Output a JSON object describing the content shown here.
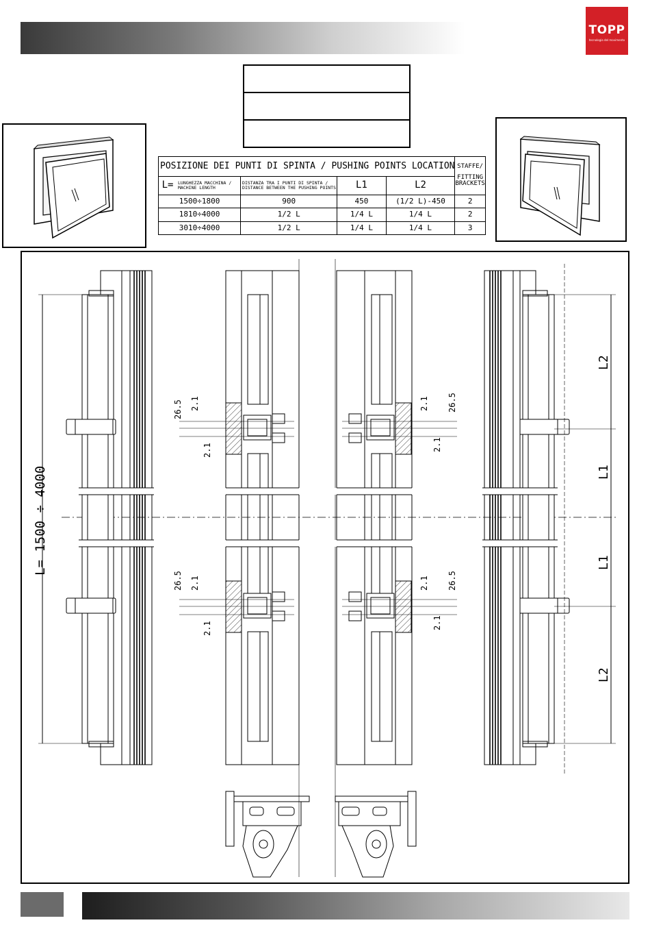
{
  "brand": {
    "logo_text": "TOPP",
    "logo_sub": "tecnologia del movimento",
    "color": "#d32027"
  },
  "table": {
    "title": "POSIZIONE DEI PUNTI DI SPINTA / PUSHING POINTS LOCATION",
    "staffe_label": "STAFFE/",
    "fitting_label": "FITTING BRACKETS",
    "l_eq": "L=",
    "col_length": "LUNGHEZZA MACCHINA / MACHINE LENGTH",
    "col_distance": "DISTANZA TRA I PUNTI DI SPINTA / DISTANCE BETWEEN THE PUSHING POINTS",
    "col_l1": "L1",
    "col_l2": "L2",
    "rows": [
      {
        "length": "1500÷1800",
        "distance": "900",
        "l1": "450",
        "l2": "(1/2 L)-450",
        "staffe": "2"
      },
      {
        "length": "1810÷4000",
        "distance": "1/2 L",
        "l1": "1/4 L",
        "l2": "1/4 L",
        "staffe": "2"
      },
      {
        "length": "3010÷4000",
        "distance": "1/2 L",
        "l1": "1/4 L",
        "l2": "1/4 L",
        "staffe": "3"
      }
    ]
  },
  "drawing": {
    "length_label": "L= 1500 ÷ 4000",
    "dim_26_5": "26.5",
    "dim_2_1": "2.1",
    "label_l1": "L1",
    "label_l2": "L2"
  }
}
